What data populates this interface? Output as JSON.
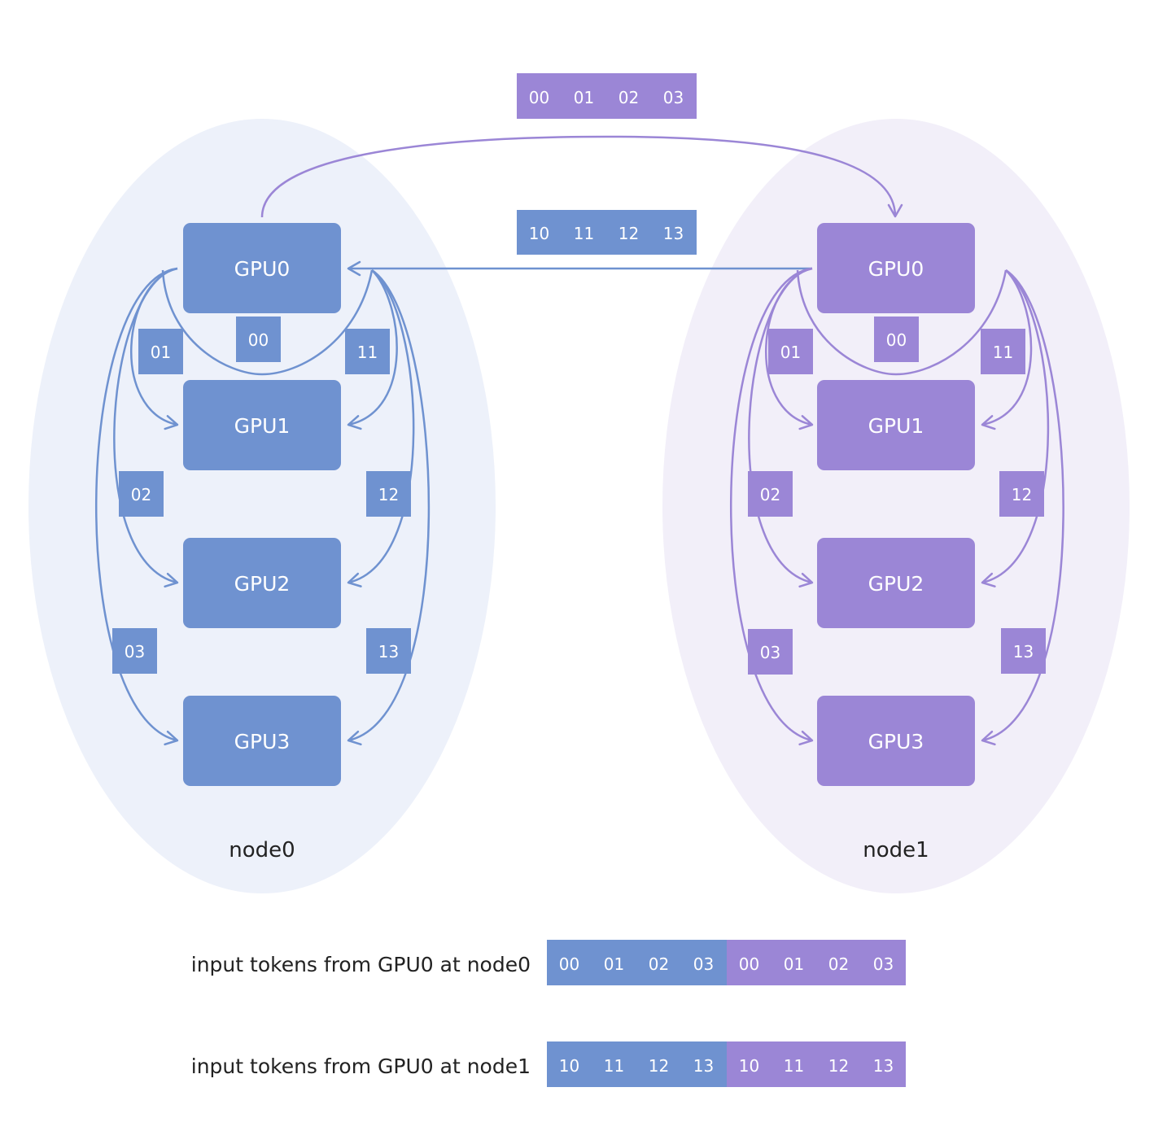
{
  "colors": {
    "blue": "#6f92d0",
    "purple": "#9b86d6",
    "blue_ellipse": "#edf1fa",
    "purple_ellipse": "#f2eff9",
    "text_dark": "#222222"
  },
  "nodes": [
    {
      "label": "node0",
      "gpus": [
        "GPU0",
        "GPU1",
        "GPU2",
        "GPU3"
      ],
      "tokens": {
        "left": [
          "01",
          "02",
          "03"
        ],
        "center": "00",
        "right": [
          "11",
          "12",
          "13"
        ]
      }
    },
    {
      "label": "node1",
      "gpus": [
        "GPU0",
        "GPU1",
        "GPU2",
        "GPU3"
      ],
      "tokens": {
        "left": [
          "01",
          "02",
          "03"
        ],
        "center": "00",
        "right": [
          "11",
          "12",
          "13"
        ]
      }
    }
  ],
  "transfers": {
    "top": [
      "00",
      "01",
      "02",
      "03"
    ],
    "middle": [
      "10",
      "11",
      "12",
      "13"
    ]
  },
  "rows": [
    {
      "label": "input tokens from GPU0 at node0",
      "blue": [
        "00",
        "01",
        "02",
        "03"
      ],
      "purple": [
        "00",
        "01",
        "02",
        "03"
      ]
    },
    {
      "label": "input tokens from GPU0 at node1",
      "blue": [
        "10",
        "11",
        "12",
        "13"
      ],
      "purple": [
        "10",
        "11",
        "12",
        "13"
      ]
    }
  ]
}
